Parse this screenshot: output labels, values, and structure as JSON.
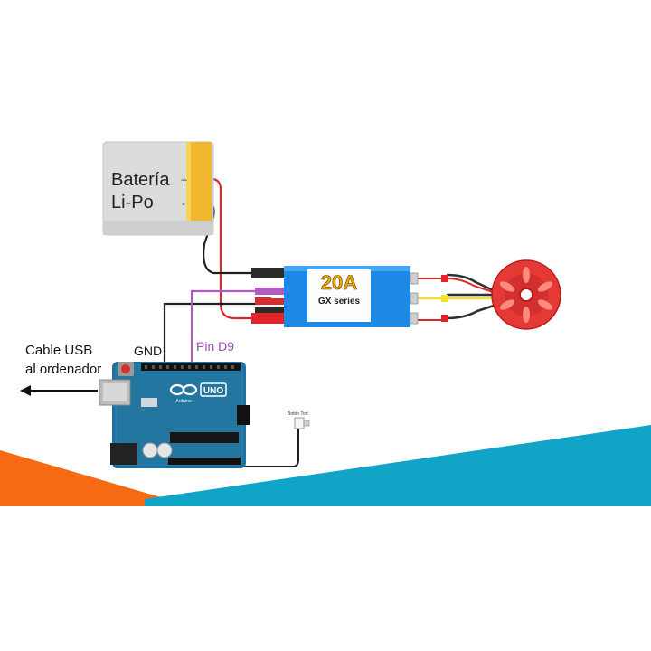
{
  "battery": {
    "line1": "Batería",
    "line2": "Li-Po",
    "plus": "+",
    "minus": "-"
  },
  "esc": {
    "rating": "20A",
    "series": "GX series"
  },
  "labels": {
    "usb_line1": "Cable USB",
    "usb_line2": "al ordenador",
    "gnd": "GND",
    "pin": "Pin D9"
  },
  "arduino": {
    "model": "UNO",
    "brand": "Arduino"
  },
  "switch": {
    "label": "Botón Tort"
  },
  "colors": {
    "battery_body": "#dcdcdc",
    "battery_band": "#f0b72f",
    "esc_body": "#1e88e5",
    "esc_label_bg": "#fdfdfd",
    "esc_label_text": "#f0a800",
    "motor": "#e53935",
    "arduino_board": "#1f6f9f",
    "wire_red": "#e0262b",
    "wire_black": "#202020",
    "wire_purple": "#b05cc0",
    "wire_yellow": "#f2e22c",
    "footer_blue": "#10a5c6",
    "footer_orange": "#f56a12"
  }
}
